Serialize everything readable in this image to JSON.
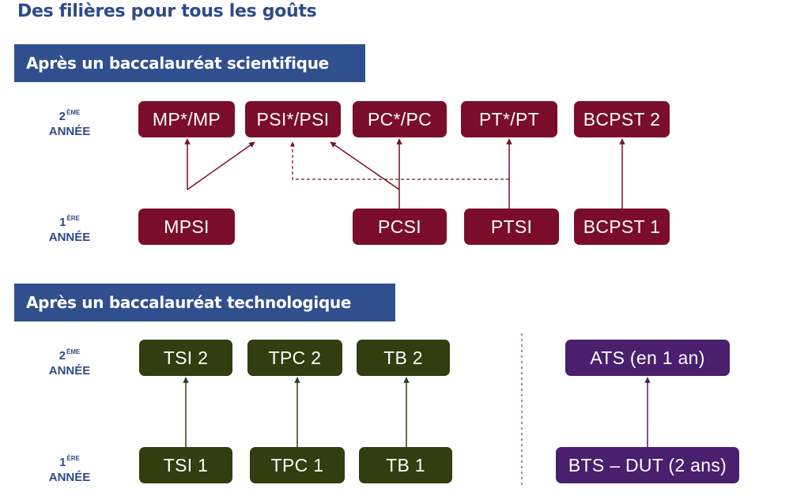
{
  "title": "Des filières pour tous les goûts",
  "sections": {
    "scientific": {
      "header": "Après un baccalauréat scientifique"
    },
    "technological": {
      "header": "Après un baccalauréat technologique"
    }
  },
  "year_labels": {
    "second": {
      "number": "2",
      "suffix": "ÈME",
      "word": "ANNÉE"
    },
    "first": {
      "number": "1",
      "suffix": "ÈRE",
      "word": "ANNÉE"
    }
  },
  "scientific_boxes": {
    "mp_star_mp": "MP*/MP",
    "psi_star_psi": "PSI*/PSI",
    "pc_star_pc": "PC*/PC",
    "pt_star_pt": "PT*/PT",
    "bcpst2": "BCPST 2",
    "mpsi": "MPSI",
    "pcsi": "PCSI",
    "ptsi": "PTSI",
    "bcpst1": "BCPST 1"
  },
  "technological_boxes": {
    "tsi2": "TSI 2",
    "tpc2": "TPC 2",
    "tb2": "TB 2",
    "tsi1": "TSI 1",
    "tpc1": "TPC 1",
    "tb1": "TB 1"
  },
  "other_boxes": {
    "ats": "ATS (en 1 an)",
    "bts_dut": "BTS – DUT (2 ans)"
  },
  "colors": {
    "title": "#2e4a8a",
    "section_header_bg": "#2f4f8f",
    "scientific_box": "#7a0e2a",
    "technological_box": "#323d10",
    "other_box": "#4a1f6e",
    "divider": "#2f4f8f"
  }
}
